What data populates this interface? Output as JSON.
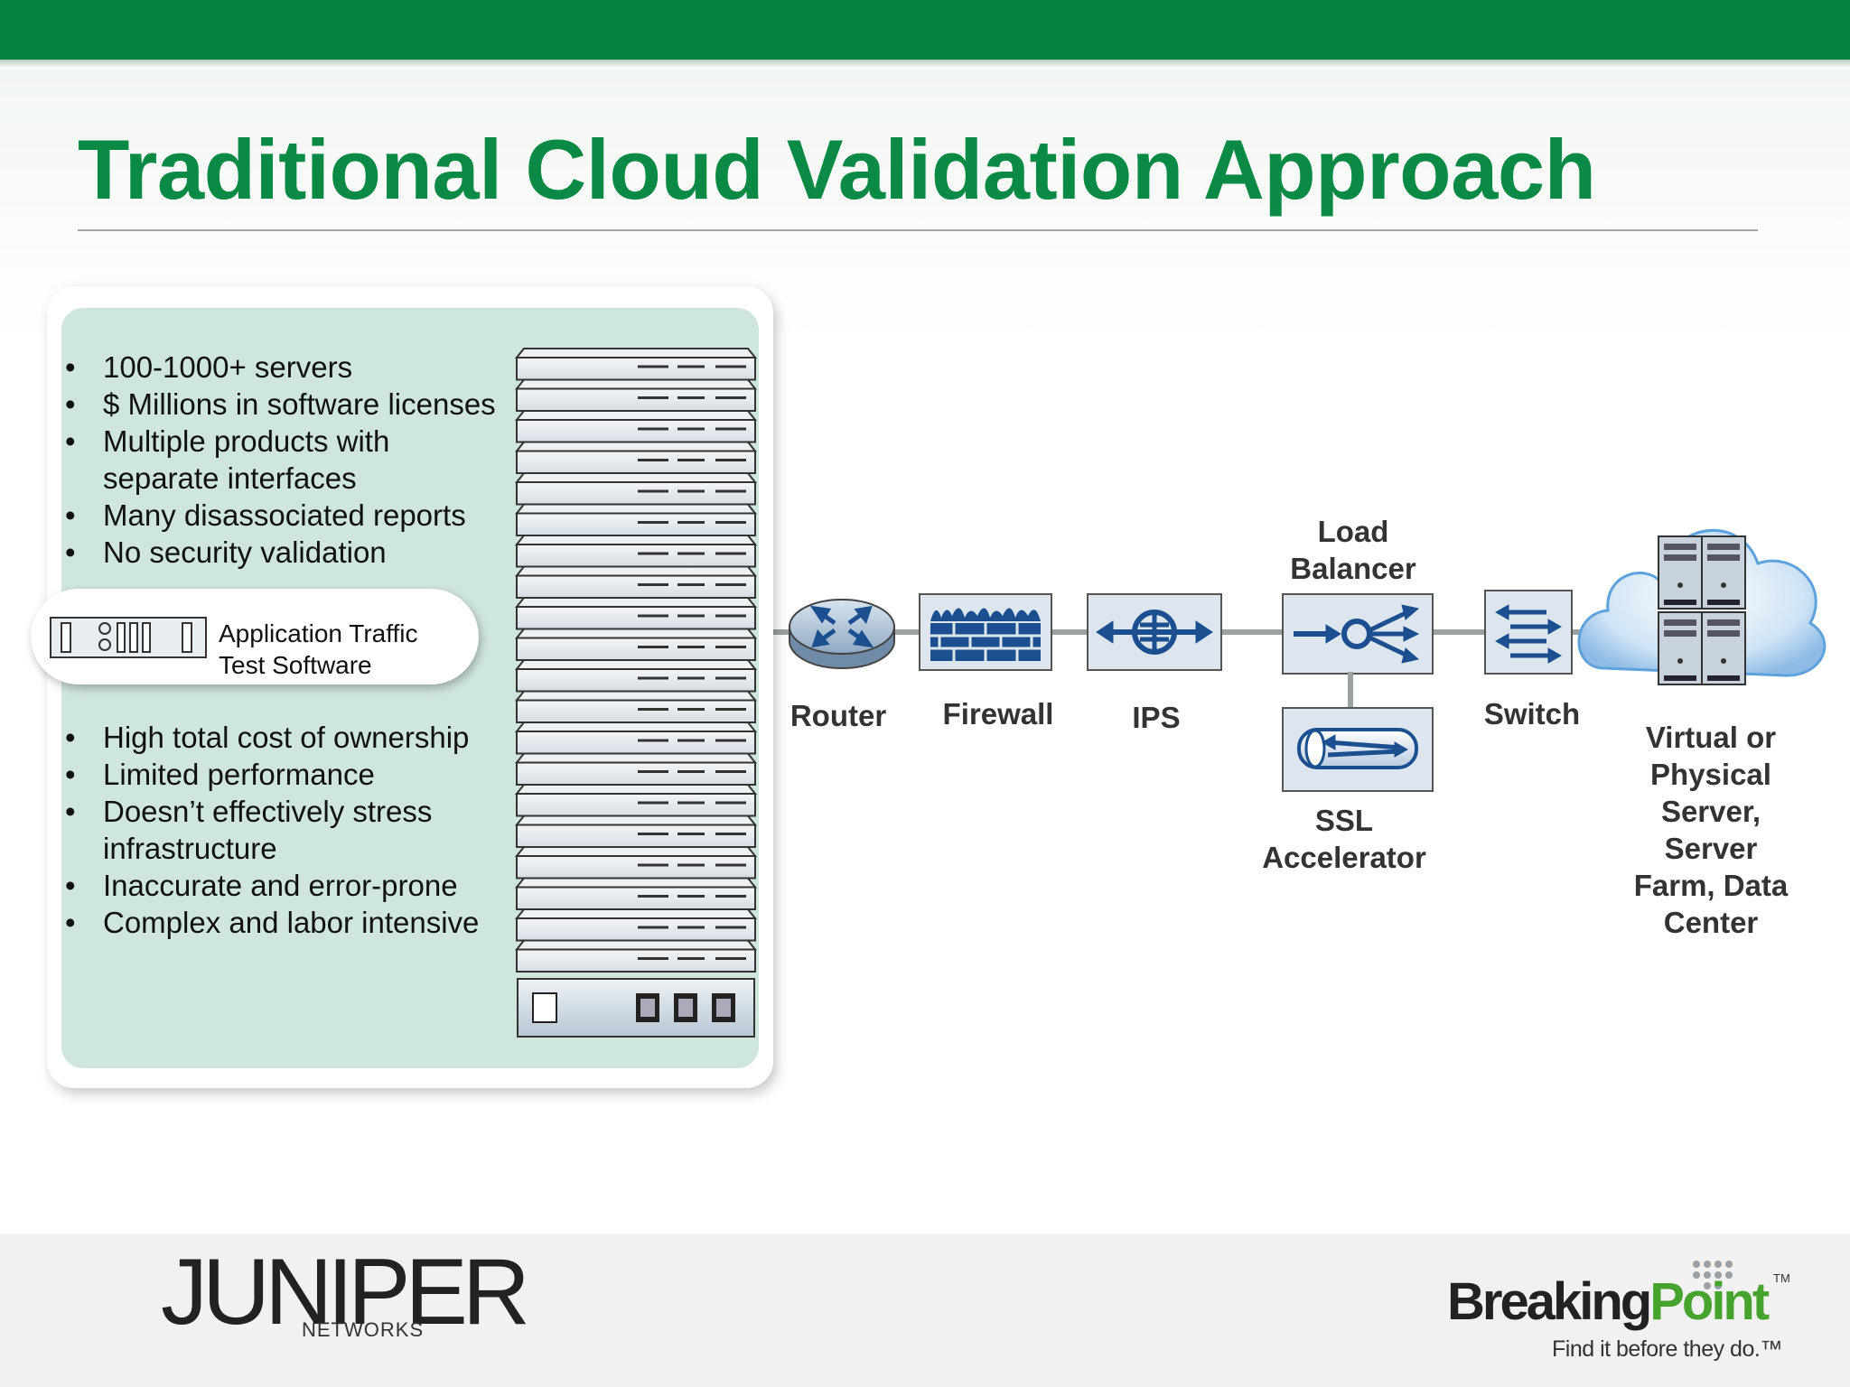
{
  "title": "Traditional Cloud Validation Approach",
  "left_panel": {
    "bullets_top": [
      "100-1000+ servers",
      "$ Millions in software licenses",
      "Multiple products with separate interfaces",
      "Many disassociated reports",
      "No security validation"
    ],
    "app_label": [
      "Application Traffic",
      "Test Software"
    ],
    "bullets_bottom": [
      "High total cost of ownership",
      "Limited performance",
      "Doesn’t effectively stress infrastructure",
      "Inaccurate and error-prone",
      "Complex and labor intensive"
    ]
  },
  "devices": {
    "router": "Router",
    "firewall": "Firewall",
    "ips": "IPS",
    "load_balancer": "Load Balancer",
    "ssl_accelerator": "SSL Accelerator",
    "switch": "Switch",
    "server": "Virtual or Physical Server, Server Farm, Data Center"
  },
  "footer": {
    "juniper_logo": "JUNIPER",
    "juniper_sub": "NETWORKS",
    "breakingpoint_a": "Breaking",
    "breakingpoint_b": "Point",
    "trademark": "TM",
    "tagline": "Find it before they do.™"
  },
  "colors": {
    "brand_green": "#02843e",
    "title_green": "#0a8a44",
    "panel_mint": "#cfe6dd",
    "device_blue": "#1b4f8f",
    "point_green": "#46a32d"
  }
}
